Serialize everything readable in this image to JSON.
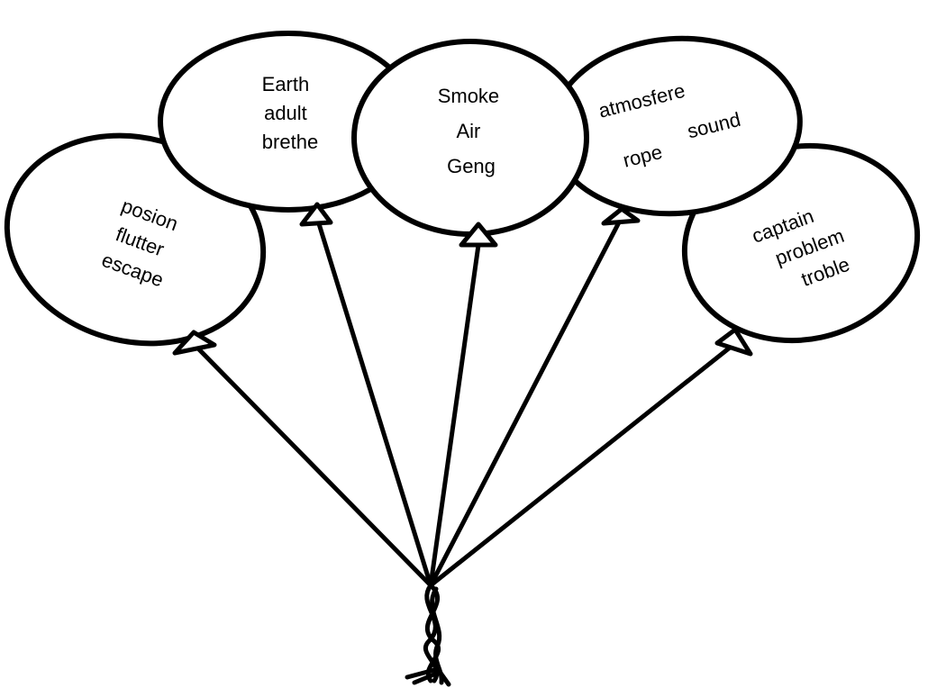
{
  "balloons": [
    {
      "id": "left",
      "words": [
        "posion",
        "flutter",
        "escape"
      ]
    },
    {
      "id": "inner-left",
      "words": [
        "Earth",
        "adult",
        "brethe"
      ]
    },
    {
      "id": "center",
      "words": [
        "Smoke",
        "Air",
        "Geng"
      ]
    },
    {
      "id": "inner-right",
      "words": [
        "atmosfere",
        "rope",
        "sound"
      ]
    },
    {
      "id": "right",
      "words": [
        "captain",
        "problem",
        "troble"
      ]
    }
  ],
  "colors": {
    "stroke": "#000000",
    "fill": "#ffffff"
  }
}
